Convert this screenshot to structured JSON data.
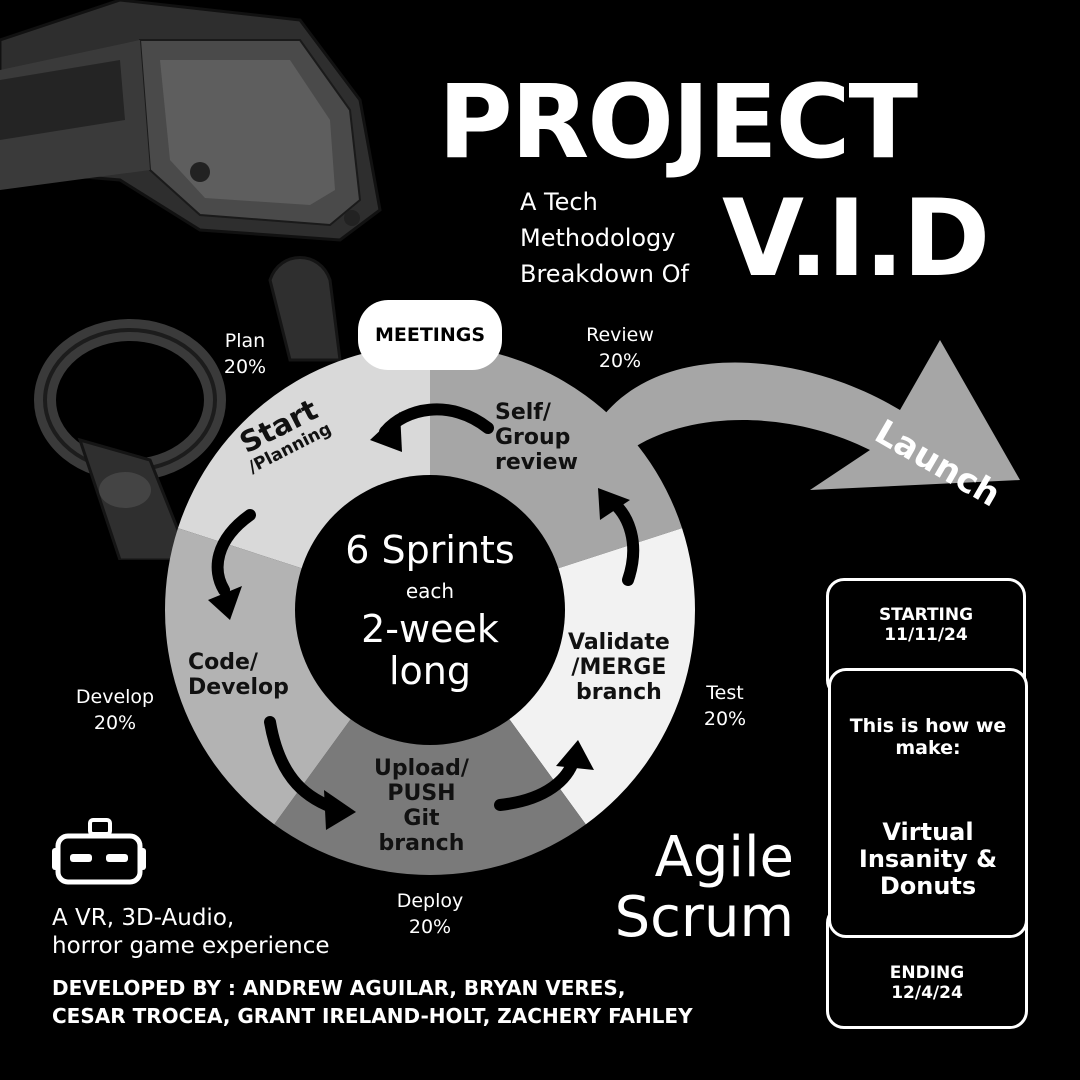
{
  "header": {
    "title_line1": "PROJECT",
    "title_line2": "V.I.D",
    "subtitle_lines": [
      "A Tech",
      "Methodology",
      "Breakdown Of"
    ]
  },
  "cycle": {
    "meetings_label": "MEETINGS",
    "center": {
      "line1": "6 Sprints",
      "line2": "each",
      "line3": "2-week",
      "line4": "long"
    },
    "segments": [
      {
        "label": "Start\n/Planning",
        "phase": "Plan",
        "percent": 20,
        "color": "#d9d9d9"
      },
      {
        "label": "Self/\nGroup\nreview",
        "phase": "Review",
        "percent": 20,
        "color": "#a6a6a6"
      },
      {
        "label": "Validate\n/MERGE\nbranch",
        "phase": "Test",
        "percent": 20,
        "color": "#f2f2f2"
      },
      {
        "label": "Upload/\nPUSH\nGit\nbranch",
        "phase": "Deploy",
        "percent": 20,
        "color": "#7a7a7a"
      },
      {
        "label": "Code/\nDevelop",
        "phase": "Develop",
        "percent": 20,
        "color": "#b3b3b3"
      }
    ],
    "phase_labels": {
      "plan": {
        "name": "Plan",
        "pct": "20%"
      },
      "review": {
        "name": "Review",
        "pct": "20%"
      },
      "test": {
        "name": "Test",
        "pct": "20%"
      },
      "deploy": {
        "name": "Deploy",
        "pct": "20%"
      },
      "develop": {
        "name": "Develop",
        "pct": "20%"
      }
    },
    "launch_label": "Launch"
  },
  "timeline": {
    "start_label": "STARTING",
    "start_date": "11/11/24",
    "middle_heading": "This is how we make:",
    "middle_product": "Virtual Insanity & Donuts",
    "end_label": "ENDING",
    "end_date": "12/4/24"
  },
  "methodology": {
    "line1": "Agile",
    "line2": "Scrum"
  },
  "footer": {
    "tagline_line1": "A VR, 3D-Audio,",
    "tagline_line2": "horror game experience",
    "credits_line1": "DEVELOPED BY : ANDREW AGUILAR, BRYAN VERES,",
    "credits_line2": "CESAR TROCEA, GRANT IRELAND-HOLT, ZACHERY FAHLEY"
  },
  "icons": {
    "headset": "vr-headset-icon",
    "hero": "vr-headset-illustration"
  }
}
